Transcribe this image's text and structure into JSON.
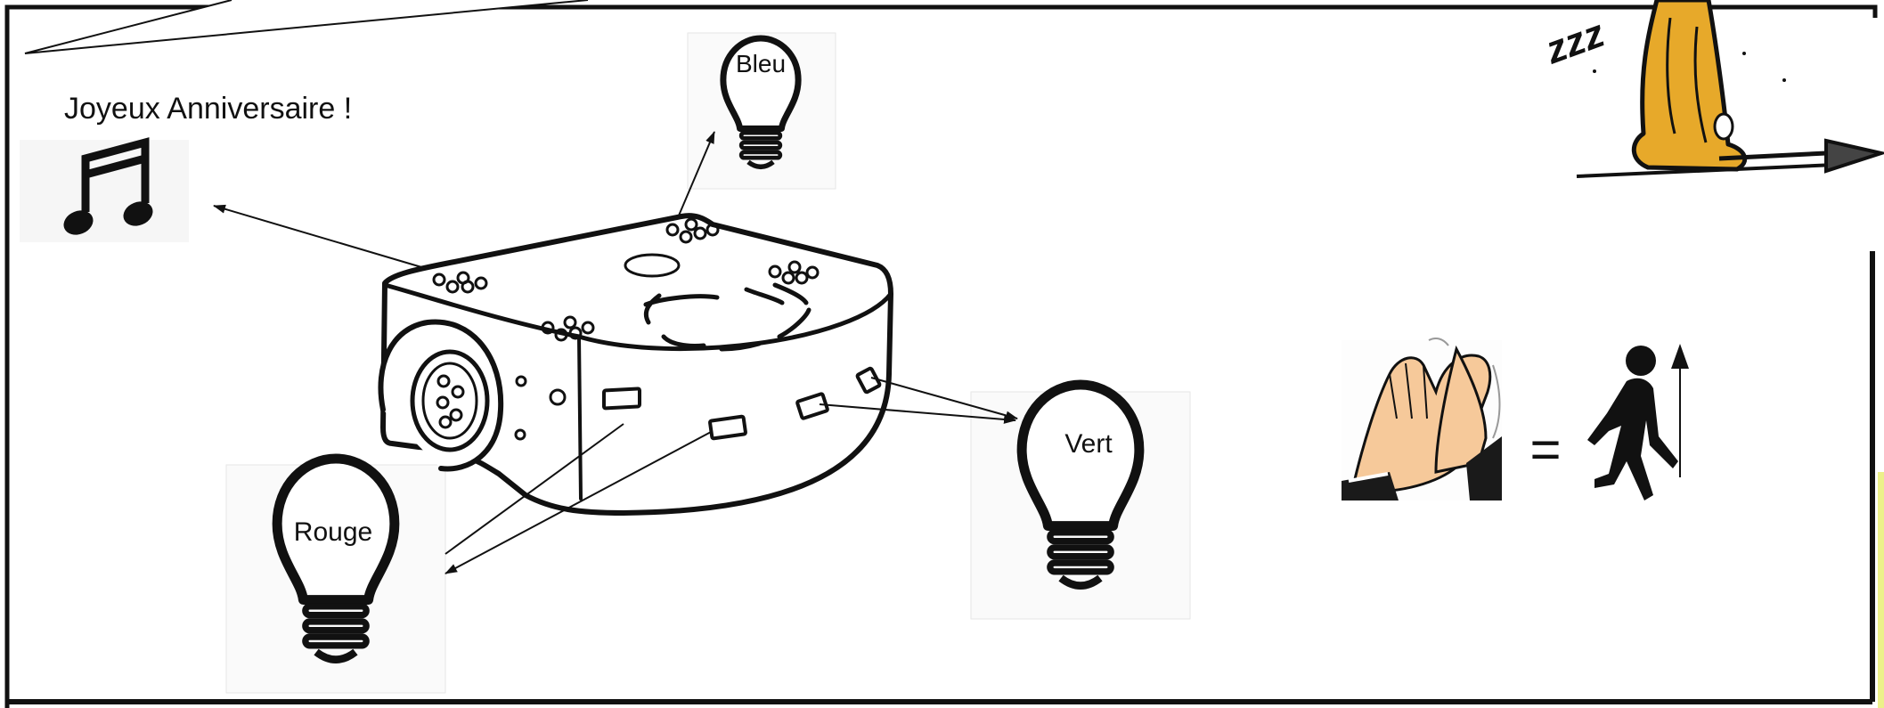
{
  "labels": {
    "speech": "Joyeux Anniversaire !",
    "bulb_top": "Bleu",
    "bulb_left": "Rouge",
    "bulb_right": "Vert",
    "equals": "=",
    "sleep": "zzz"
  },
  "icons": {
    "music": "music-note-icon",
    "clap": "clapping-hands-icon",
    "walk": "walking-person-icon",
    "bulb": "light-bulb-icon",
    "robot": "thymio-robot-icon",
    "sleeping": "sleeping-character-icon"
  },
  "colors": {
    "stroke": "#111111",
    "skin": "#f6c99a",
    "character": "#e7a92a"
  }
}
